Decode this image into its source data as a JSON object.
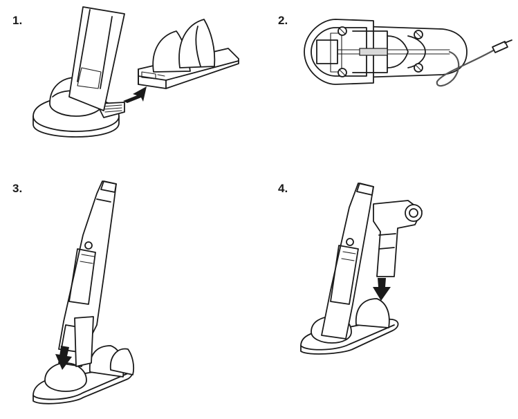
{
  "steps": [
    {
      "label": "1."
    },
    {
      "label": "2."
    },
    {
      "label": "3."
    },
    {
      "label": "4."
    }
  ],
  "colors": {
    "ink": "#1a1a1a",
    "arrow": "#1a1a1a",
    "background": "#ffffff"
  },
  "icons": [
    "insert-arrow-icon",
    "down-arrow-icon",
    "power-button-icon",
    "mode-icon"
  ]
}
